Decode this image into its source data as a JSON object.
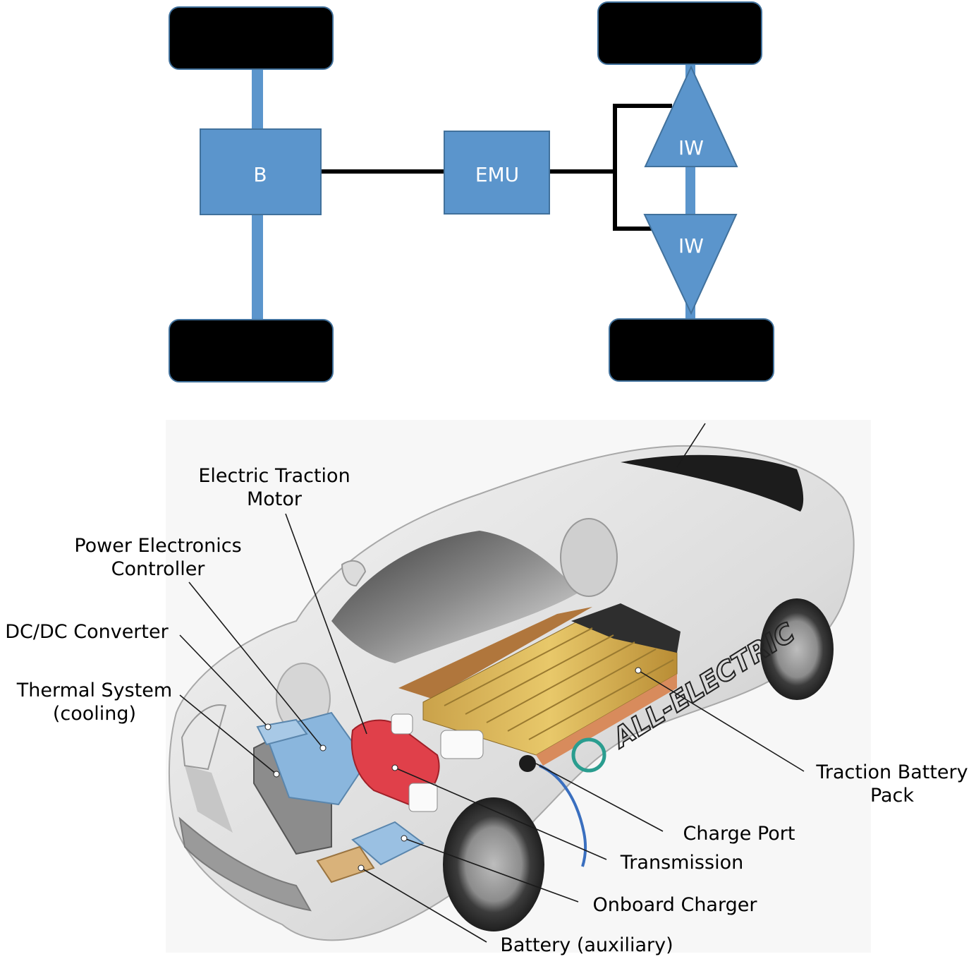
{
  "schematic": {
    "battery_label": "B",
    "emu_label": "EMU",
    "motor_top_label": "IW",
    "motor_bottom_label": "IW"
  },
  "car": {
    "labels": {
      "electric_traction_motor_1": "Electric Traction",
      "electric_traction_motor_2": "Motor",
      "power_electronics_1": "Power Electronics",
      "power_electronics_2": "Controller",
      "dcdc": "DC/DC Converter",
      "thermal_1": "Thermal System",
      "thermal_2": "(cooling)",
      "traction_battery_1": "Traction Battery",
      "traction_battery_2": "Pack",
      "charge_port": "Charge Port",
      "transmission": "Transmission",
      "onboard_charger": "Onboard Charger",
      "battery_aux": "Battery (auxiliary)"
    },
    "side_text": "ALL-ELECTRIC"
  },
  "colors": {
    "block_fill": "#5b95cc",
    "block_stroke": "#41719c",
    "wheel": "#000000"
  }
}
